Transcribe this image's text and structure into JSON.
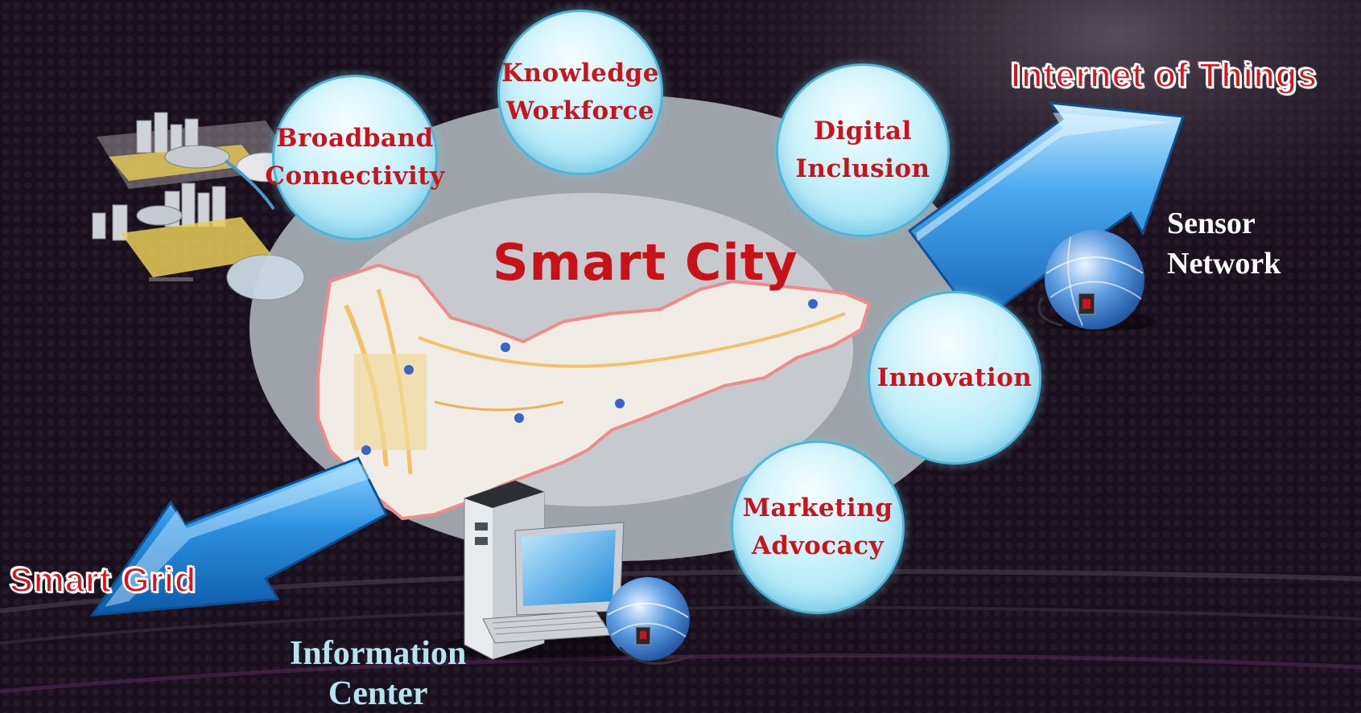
{
  "diagram": {
    "title": "Smart City",
    "bubbles": [
      {
        "label": "Broadband\nConnectivity"
      },
      {
        "label": "Knowledge\nWorkforce"
      },
      {
        "label": "Digital\nInclusion"
      },
      {
        "label": "Innovation"
      },
      {
        "label": "Marketing\nAdvocacy"
      }
    ],
    "arrows": {
      "internet_of_things": "Internet of Things",
      "smart_grid": "Smart Grid"
    },
    "nodes": {
      "sensor_network": "Sensor\nNetwork",
      "information_center": "Information\nCenter"
    }
  },
  "colors": {
    "background": "#1a0f1c",
    "title": "#c8121a",
    "bubble_text": "#c9141c",
    "ellipse_outer": "#9ea3a9",
    "ellipse_inner": "#c6cacf",
    "arrow_blue": "#1c7fd0",
    "info_center_label": "#b5e4ef",
    "sensor_label": "#ffffff"
  },
  "icons": [
    "city-network-illustration",
    "map-illustration",
    "computer-icon",
    "globe-icon"
  ]
}
